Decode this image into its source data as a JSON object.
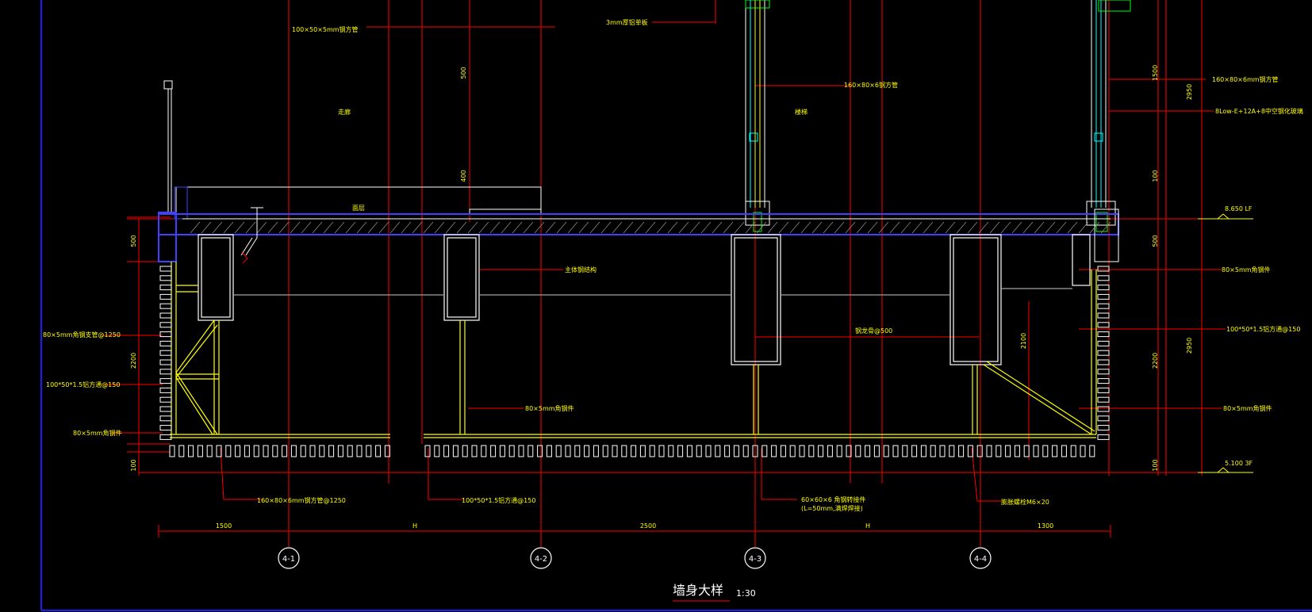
{
  "title": "墙身大样",
  "scale": "1:30",
  "grid_axes": [
    "4-1",
    "4-2",
    "4-3",
    "4-4"
  ],
  "dimensions_bottom": [
    "1500",
    "H",
    "2500",
    "H",
    "1300"
  ],
  "dimensions_left": [
    "500",
    "2200",
    "100"
  ],
  "dimensions_right": [
    "1500",
    "100",
    "2950",
    "500",
    "2200",
    "100"
  ],
  "dimensions_inner": [
    "500",
    "400",
    "2100",
    "2950"
  ],
  "levels": {
    "upper": "8.650 LF",
    "lower": "5.100 3F"
  },
  "annotations": {
    "top_left": "100×50×5mm钢方管",
    "top_mid": "3mm厚铝单板",
    "left_room": "走廊",
    "mid_room": "楼梯",
    "slab_label": "面层",
    "tube_160_top": "160×80×6钢方管",
    "tube_160_right": "160×80×6mm钢方管",
    "glass": "8Low-E+12A+8中空钢化玻璃",
    "beam": "主体钢结构",
    "ang_right_top": "80×5mm角钢件",
    "ang_left_top": "80×5mm角钢支管@1250",
    "light_left": "100*50*1.5铝方通@150",
    "ang_left_bot": "80×5mm角钢件",
    "ang_mid": "80×5mm角钢件",
    "light_right": "100*50*1.5铝方通@150",
    "ang_right_bot": "80×5mm角钢件",
    "keel_mid": "钢龙骨@500",
    "bot_tube": "160×80×6mm钢方管@1250",
    "bot_light": "100*50*1.5铝方通@150",
    "bot_angle_1": "60×60×6 角钢转接件",
    "bot_angle_2": "(L=50mm,满焊焊接)",
    "bot_bolt": "膨胀螺栓M6×20"
  },
  "colors": {
    "background": "#000000",
    "frame": "#1e1ef0",
    "gridline": "#ff0000",
    "steel": "#ffff00",
    "slab": "#4040ff",
    "outline": "#ffffff",
    "panel": "#00ffff",
    "detail": "#00ff00"
  }
}
